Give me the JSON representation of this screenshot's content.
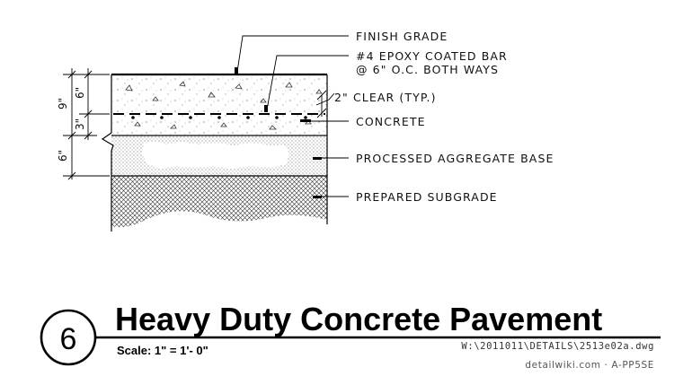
{
  "detail": {
    "number": "6",
    "title": "Heavy Duty Concrete Pavement",
    "scale": "Scale: 1\" = 1'- 0\"",
    "file_path": "W:\\2011011\\DETAILS\\2513e02a.dwg",
    "footer": "detailwiki.com · A-PP5SE"
  },
  "callouts": {
    "finish_grade": "FINISH GRADE",
    "bar_line1": "#4 EPOXY COATED BAR",
    "bar_line2": "@ 6\" O.C. BOTH WAYS",
    "clear": "2\" CLEAR (TYP.)",
    "concrete": "CONCRETE",
    "aggregate": "PROCESSED AGGREGATE BASE",
    "subgrade": "PREPARED SUBGRADE"
  },
  "dimensions": {
    "total_slab": "9\"",
    "top_portion": "6\"",
    "bottom_portion": "3\"",
    "base": "6\""
  }
}
